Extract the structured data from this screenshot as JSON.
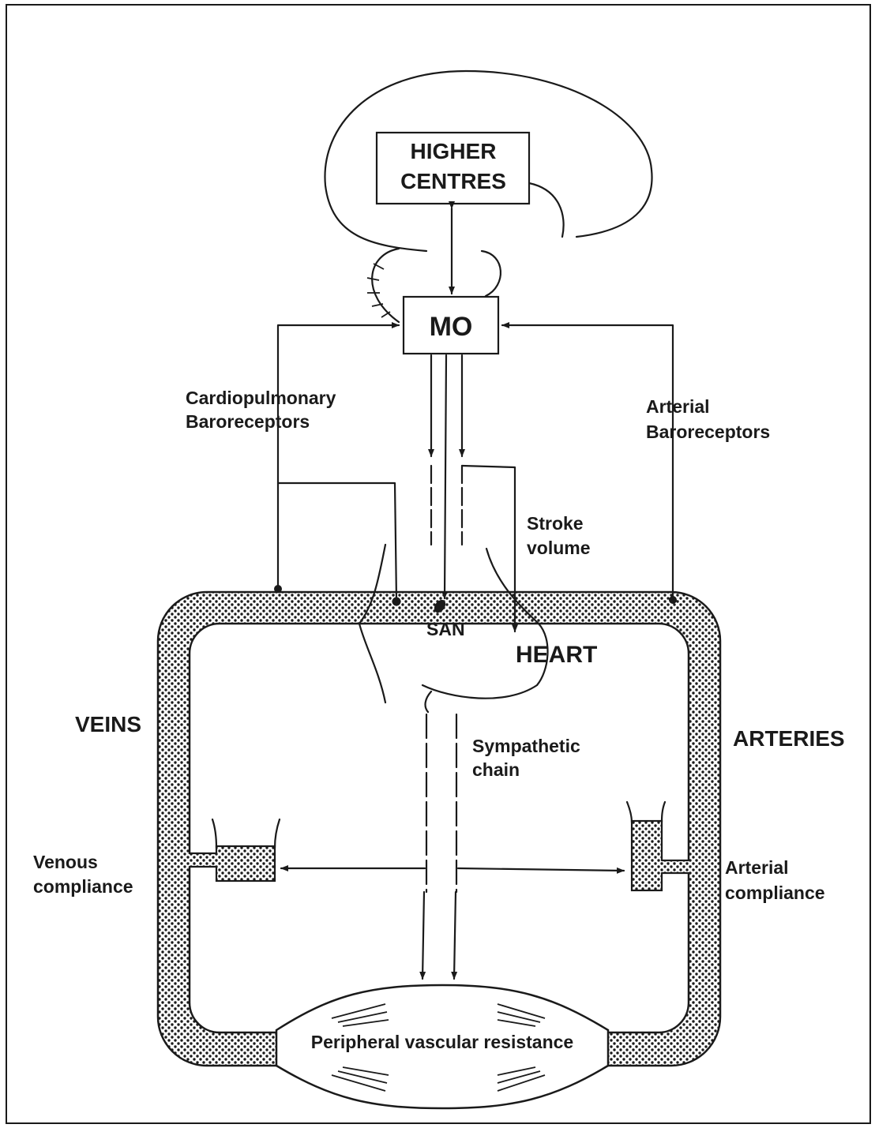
{
  "diagram": {
    "higher_centres": {
      "line1": "HIGHER",
      "line2": "CENTRES"
    },
    "mo": "MO",
    "cardiopulmonary": {
      "line1": "Cardiopulmonary",
      "line2": "Baroreceptors"
    },
    "arterial_baro": {
      "line1": "Arterial",
      "line2": "Baroreceptors"
    },
    "stroke_volume": {
      "line1": "Stroke",
      "line2": "volume"
    },
    "san": "SAN",
    "heart": "HEART",
    "veins": "VEINS",
    "arteries": "ARTERIES",
    "sympathetic": {
      "line1": "Sympathetic",
      "line2": "chain"
    },
    "venous_compliance": {
      "line1": "Venous",
      "line2": "compliance"
    },
    "arterial_compliance": {
      "line1": "Arterial",
      "line2": "compliance"
    },
    "peripheral": "Peripheral vascular resistance",
    "colors": {
      "ink": "#1a1a1a",
      "background": "#ffffff"
    }
  }
}
